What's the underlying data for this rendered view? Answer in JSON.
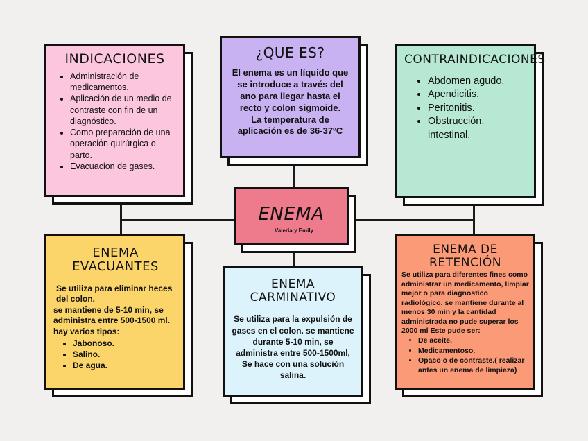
{
  "colors": {
    "background": "#f1f0ee",
    "indicaciones": "#fcc7de",
    "que_es": "#c8b2f2",
    "contraindicaciones": "#b6e8d3",
    "enema": "#ee7b8c",
    "evacuantes": "#fbd56a",
    "carminativo": "#dcf3fb",
    "retencion": "#fb9a77"
  },
  "center": {
    "title": "ENEMA",
    "subtitle": "Valeria y Emily"
  },
  "indicaciones": {
    "title": "INDICACIONES",
    "items": [
      "Administración de medicamentos.",
      "Aplicación de un medio de contraste con fin de un diagnóstico.",
      "Como preparación de una operación quirúrgica o parto.",
      "Evacuacion de gases."
    ]
  },
  "que_es": {
    "title": "¿QUE ES?",
    "paragraph1": "El enema es un líquido que se introduce a través del ano para llegar hasta el recto y colon sigmoide.",
    "paragraph2": "La temperatura de aplicación es de 36-37ºC"
  },
  "contraindicaciones": {
    "title": "CONTRAINDICACIONES",
    "items": [
      "Abdomen agudo.",
      "Apendicitis.",
      "Peritonitis.",
      "Obstrucción. intestinal."
    ]
  },
  "evacuantes": {
    "title": "ENEMA EVACUANTES",
    "text1": "Se utiliza para eliminar heces del colon.",
    "text2": "se mantiene de 5-10 min, se administra entre 500-1500 ml. hay varios tipos:",
    "items": [
      "Jabonoso.",
      "Salino.",
      "De agua."
    ]
  },
  "carminativo": {
    "title": "ENEMA CARMINATIVO",
    "text": "Se utiliza para la expulsión de gases en el colon. se mantiene durante 5-10 min, se administra entre 500-1500ml, Se hace con una solución salina."
  },
  "retencion": {
    "title": "ENEMA DE RETENCIÓN",
    "text": "Se utiliza para diferentes fines como administrar un medicamento, limpiar mejor o para diagnostico radiológico. se mantiene durante al menos 30 min y la cantidad administrada no pude superar los 2000 ml Este pude ser:",
    "items": [
      "De aceite.",
      "Medicamentoso.",
      "Opaco o de contraste.( realizar antes un enema de limpieza)"
    ]
  }
}
